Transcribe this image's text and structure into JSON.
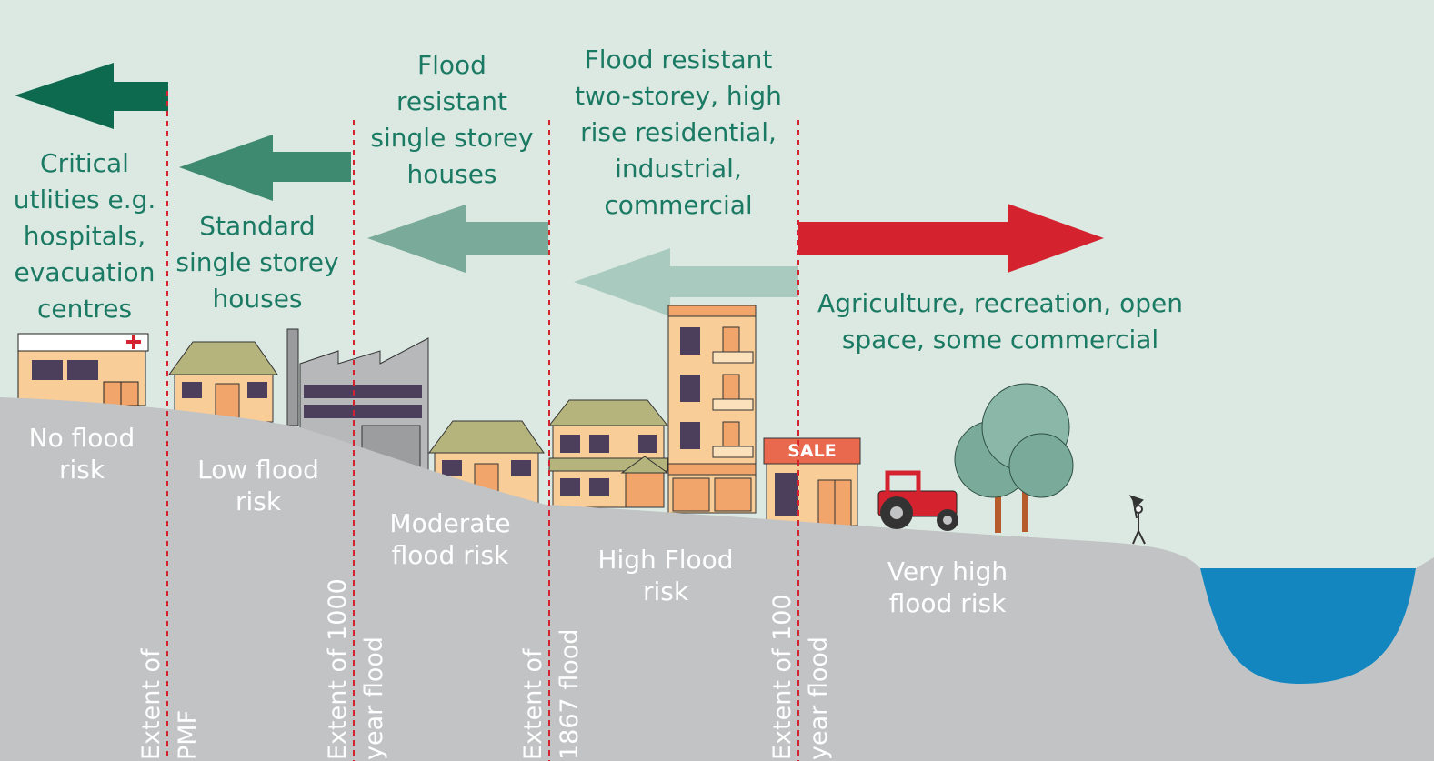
{
  "use_labels": {
    "critical": [
      "Critical",
      "utlities e.g.",
      "hospitals,",
      "evacuation",
      "centres"
    ],
    "standard": [
      "Standard",
      "single storey",
      "houses"
    ],
    "flood_resistant_single": [
      "Flood",
      "resistant",
      "single storey",
      "houses"
    ],
    "flood_resistant_multi": [
      "Flood resistant",
      "two-storey, high",
      "rise residential,",
      "industrial,",
      "commercial"
    ],
    "agriculture": [
      "Agriculture, recreation, open",
      "space, some commercial"
    ]
  },
  "risk_zones": {
    "no": [
      "No flood",
      "risk"
    ],
    "low": [
      "Low flood",
      "risk"
    ],
    "moderate": [
      "Moderate",
      "flood risk"
    ],
    "high": [
      "High Flood",
      "risk"
    ],
    "very_high": [
      "Very high",
      "flood risk"
    ]
  },
  "flood_lines": {
    "pmf": [
      "Extent of",
      "PMF"
    ],
    "y1000": [
      "Extent of 1000",
      "year flood"
    ],
    "y1867": [
      "Extent of",
      "1867 flood"
    ],
    "y100": [
      "Extent of 100",
      "year flood"
    ]
  },
  "sale_sign": "SALE",
  "colors": {
    "sky": "#dce9e3",
    "ground": "#c2c3c4",
    "label_text": "#1b7a63",
    "flood_line": "#d4232f",
    "arrow_critical": "#0d6a4f",
    "arrow_standard": "#3e8a70",
    "arrow_single": "#7aab9a",
    "arrow_multi": "#a9cbbf",
    "arrow_agriculture": "#d4232f",
    "water": "#1486bf",
    "building": "#f9cd97",
    "roof": "#b5b47c",
    "window": "#4c3f5c"
  }
}
